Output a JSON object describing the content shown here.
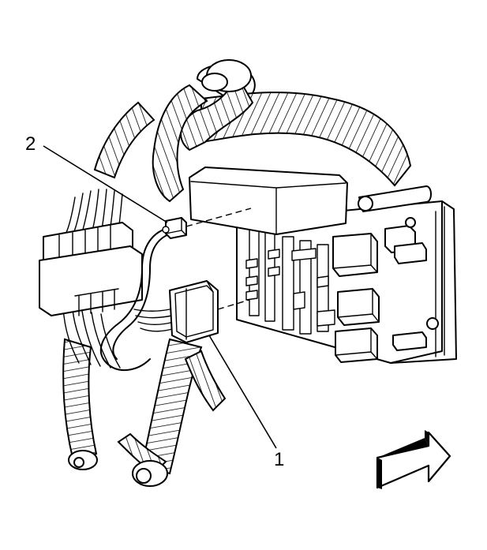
{
  "callouts": [
    {
      "id": "1",
      "label": "1"
    },
    {
      "id": "2",
      "label": "2"
    }
  ],
  "colors": {
    "line": "#000000",
    "background": "#ffffff"
  },
  "icons": [
    "direction-arrow-icon"
  ]
}
